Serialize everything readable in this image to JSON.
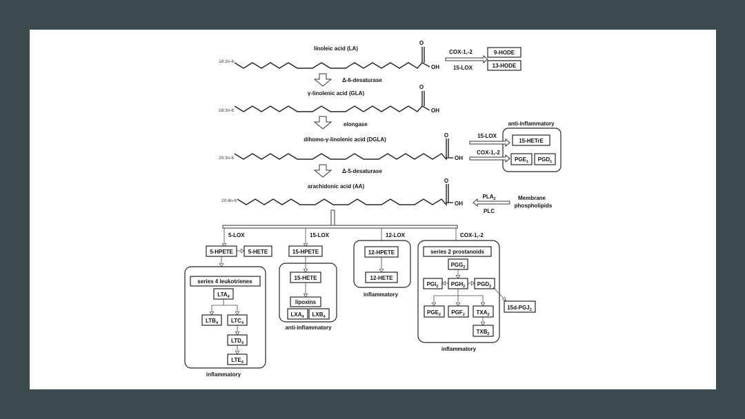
{
  "acids": {
    "la": {
      "name": "linoleic acid (LA)",
      "notation": "18:2n-6",
      "oh": "OH",
      "o": "O"
    },
    "gla": {
      "name": "γ-linolenic acid (GLA)",
      "notation": "18:3n-6",
      "oh": "OH",
      "o": "O"
    },
    "dgla": {
      "name": "dihomo-γ-linolenic acid (DGLA)",
      "notation": "20:3n-6",
      "oh": "OH",
      "o": "O"
    },
    "aa": {
      "name": "arachidonic acid (AA)",
      "notation": "20:4n-6",
      "oh": "OH",
      "o": "O"
    }
  },
  "steps": {
    "d6": "Δ-6-desaturase",
    "elong": "elongase",
    "d5": "Δ-5-desaturase"
  },
  "la_products": {
    "enzyme_top": "COX-1,-2",
    "enzyme_bottom": "15-LOX",
    "p1": "9-HODE",
    "p2": "13-HODE"
  },
  "dgla_products": {
    "group_label": "anti-inflammatory",
    "enzyme_top": "15-LOX",
    "enzyme_bottom": "COX-1,-2",
    "p1": "15-HETrE",
    "pge": "PGE",
    "pge_sub": "1",
    "pgd": "PGD",
    "pgd_sub": "1"
  },
  "membrane": {
    "enzyme_top": "PLA",
    "enzyme_top_sub": "2",
    "enzyme_bottom": "PLC",
    "source_line1": "Membrane",
    "source_line2": "phospholipids"
  },
  "branches": {
    "lox5": {
      "enzyme": "5-LOX",
      "hpete": "5-HPETE",
      "hete": "5-HETE",
      "group_title": "series 4 leukotrienes",
      "lta": "LTA",
      "lta_sub": "4",
      "ltb": "LTB",
      "ltb_sub": "4",
      "ltc": "LTC",
      "ltc_sub": "4",
      "ltd": "LTD",
      "ltd_sub": "4",
      "lte": "LTE",
      "lte_sub": "4",
      "effect": "inflammatory"
    },
    "lox15": {
      "enzyme": "15-LOX",
      "hpete": "15-HPETE",
      "hete": "15-HETE",
      "lipoxins": "lipoxins",
      "lxa": "LXA",
      "lxa_sub": "4",
      "lxb": "LXB",
      "lxb_sub": "4",
      "effect": "anti-inflammatory"
    },
    "lox12": {
      "enzyme": "12-LOX",
      "hpete": "12-HPETE",
      "hete": "12-HETE",
      "effect": "inflammatory"
    },
    "cox": {
      "enzyme": "COX-1,-2",
      "group_title": "series 2 prostanoids",
      "pgg": "PGG",
      "pgg_sub": "2",
      "pgi": "PGI",
      "pgi_sub": "2",
      "pgh": "PGH",
      "pgh_sub": "2",
      "pgd": "PGD",
      "pgd_sub": "2",
      "pge": "PGE",
      "pge_sub": "2",
      "pgf": "PGF",
      "pgf_sub": "2",
      "txa": "TXA",
      "txa_sub": "2",
      "txb": "TXB",
      "txb_sub": "2",
      "pgj": "15d-PGJ",
      "pgj_sub": "2",
      "effect": "inflammatory"
    }
  }
}
